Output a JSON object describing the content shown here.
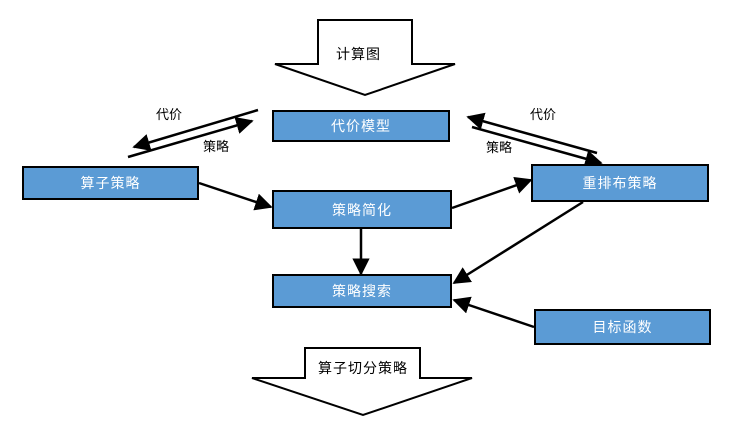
{
  "diagram": {
    "title_top_banner": "计算图",
    "title_bottom_banner": "算子切分策略",
    "accent_fill": "#5B9BD5",
    "stroke_color": "#000000",
    "nodes": [
      {
        "id": "cost-model",
        "label": "代价模型"
      },
      {
        "id": "operator-strategy",
        "label": "算子策略"
      },
      {
        "id": "strategy-simplification",
        "label": "策略简化"
      },
      {
        "id": "redistribution-strategy",
        "label": "重排布策略"
      },
      {
        "id": "strategy-search",
        "label": "策略搜索"
      },
      {
        "id": "objective-function",
        "label": "目标函数"
      }
    ],
    "edge_labels": {
      "left_cost": "代价",
      "left_strategy": "策略",
      "right_cost": "代价",
      "right_strategy": "策略"
    }
  }
}
